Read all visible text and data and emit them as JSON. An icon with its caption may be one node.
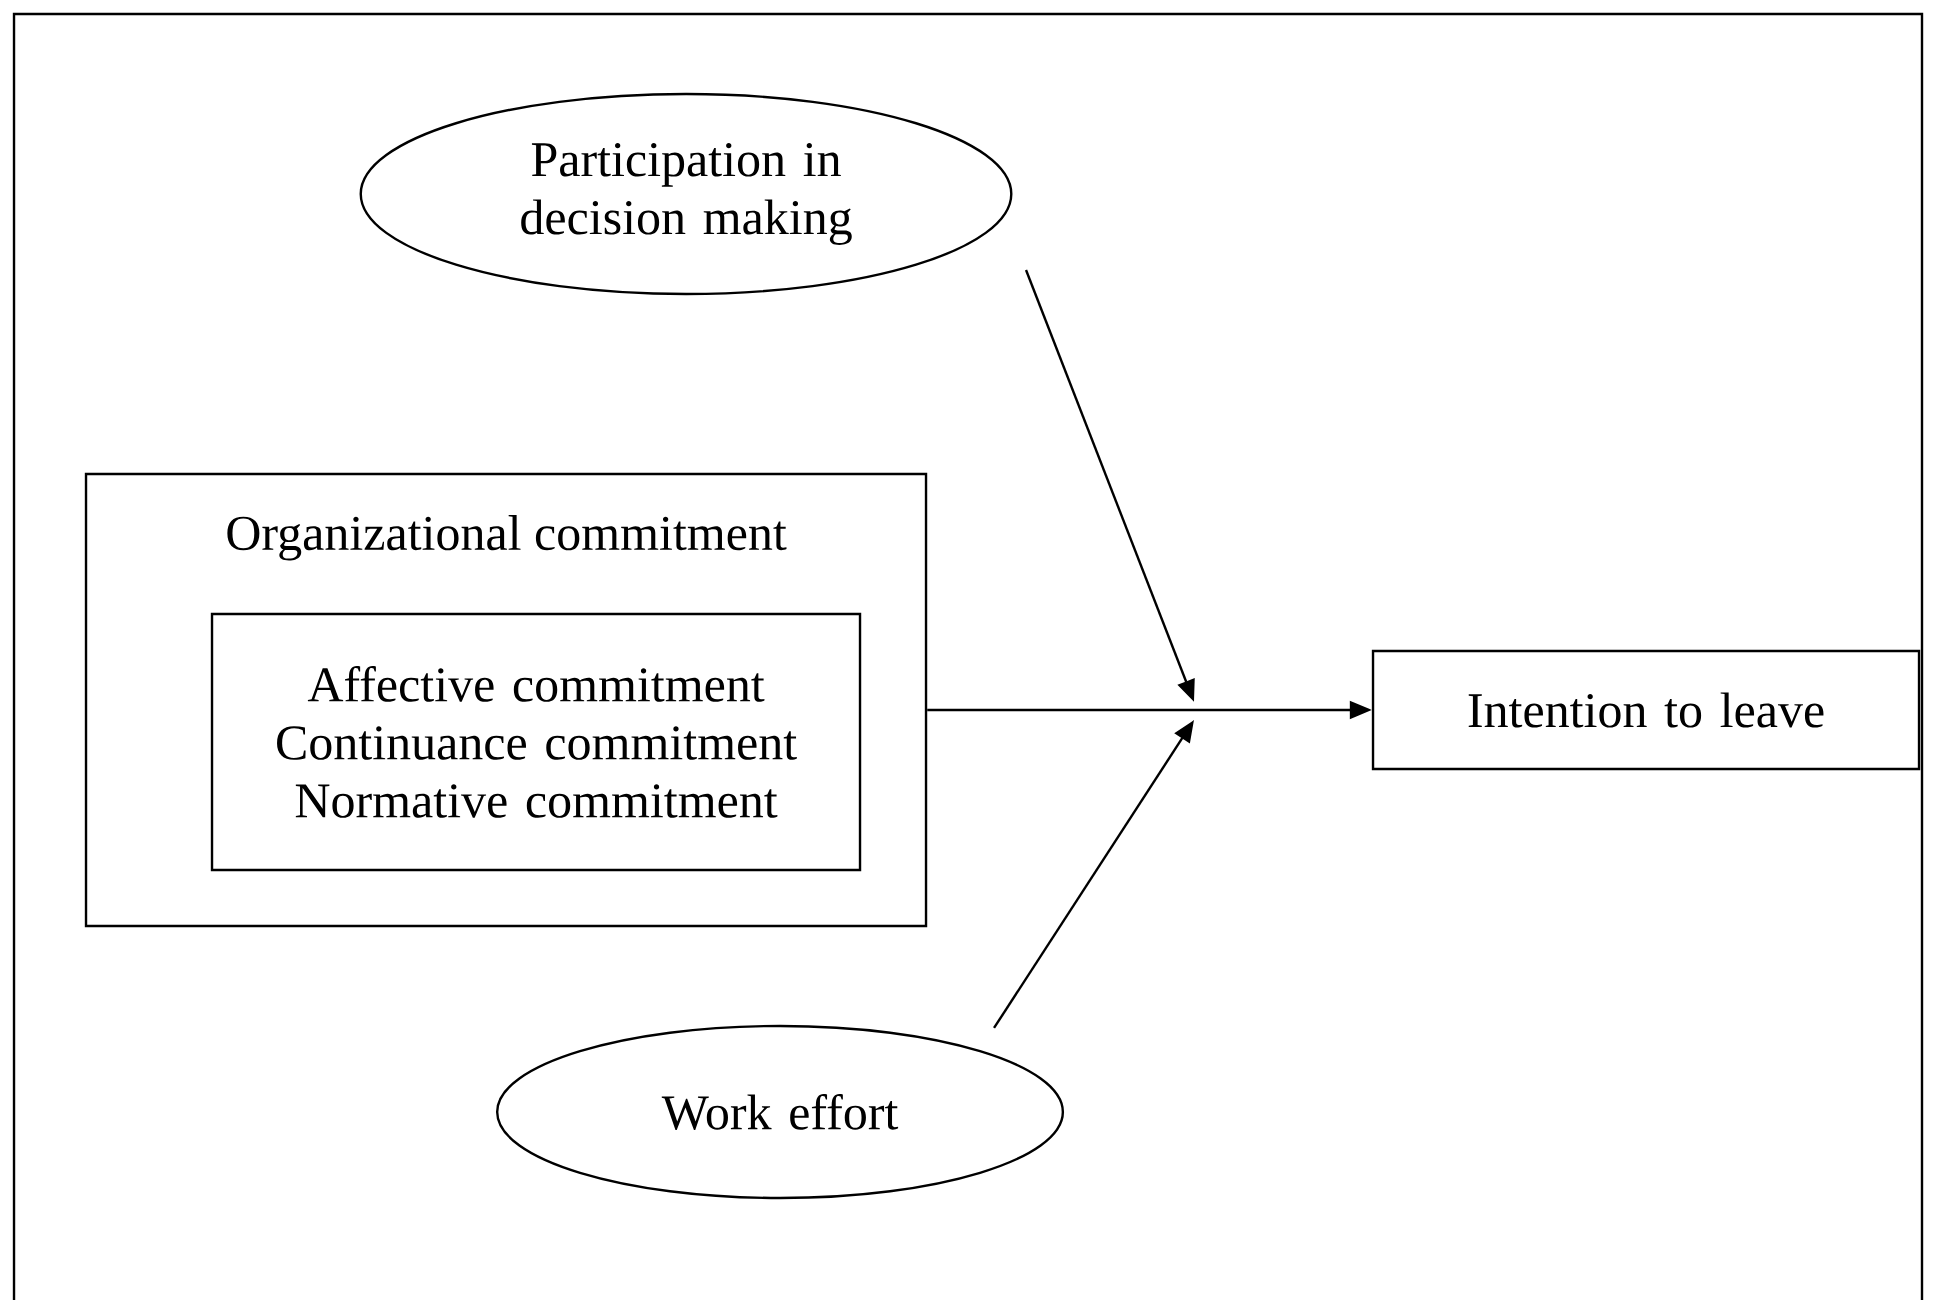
{
  "diagram": {
    "nodes": [
      {
        "text": [
          "Participation in decision making"
        ]
      },
      {
        "text": [
          "Organizational commitment"
        ]
      },
      {
        "text": [
          "Affective commitment",
          "Continuance commitment",
          "Normative commitment"
        ],
        "in": 1
      },
      {
        "text": [
          "Intention to leave"
        ]
      },
      {
        "text": [
          "Work effort"
        ]
      }
    ],
    "edges": [
      {
        "from": 0,
        "to": null,
        "arrow": "to"
      },
      {
        "from": 1,
        "to": 3,
        "arrow": "to"
      },
      {
        "from": 4,
        "to": null,
        "arrow": "to"
      }
    ]
  }
}
